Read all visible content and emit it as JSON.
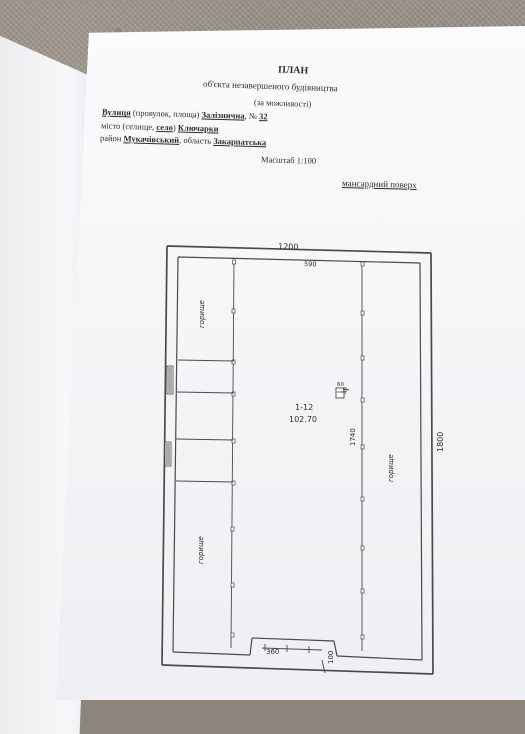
{
  "document": {
    "title": "ПЛАН",
    "subtitle": "об'єкта незавершеного будівництва",
    "note": "(за можливості)",
    "address": {
      "street_type": "Вулиця",
      "street_type_suffix": " (провулок, площа) ",
      "street_name": "Залізнична",
      "number_prefix": ", № ",
      "number": "32",
      "locality_label": "місто (селище, ",
      "locality_type": "село",
      "locality_suffix": ") ",
      "locality_name": "Ключарки",
      "region_label_suffix": "район ",
      "district": "Мукачівський",
      "region_prefix": ", область ",
      "oblast": "Закарпатська"
    },
    "scale": "Масштаб 1:100",
    "floor": "мансардний поверх"
  },
  "plan": {
    "dimensions": {
      "top_outer": "1200",
      "top_inner": "590",
      "side": "1800",
      "middle_vertical": "1740",
      "small_top": "60",
      "small_bottom": "40",
      "bottom_left": "360",
      "bottom_right": "100"
    },
    "labels": {
      "main_room_id": "1-12",
      "main_room_area": "102.70",
      "left_top_room": "горище",
      "left_bottom_room": "горище",
      "right_room": "горище"
    }
  }
}
